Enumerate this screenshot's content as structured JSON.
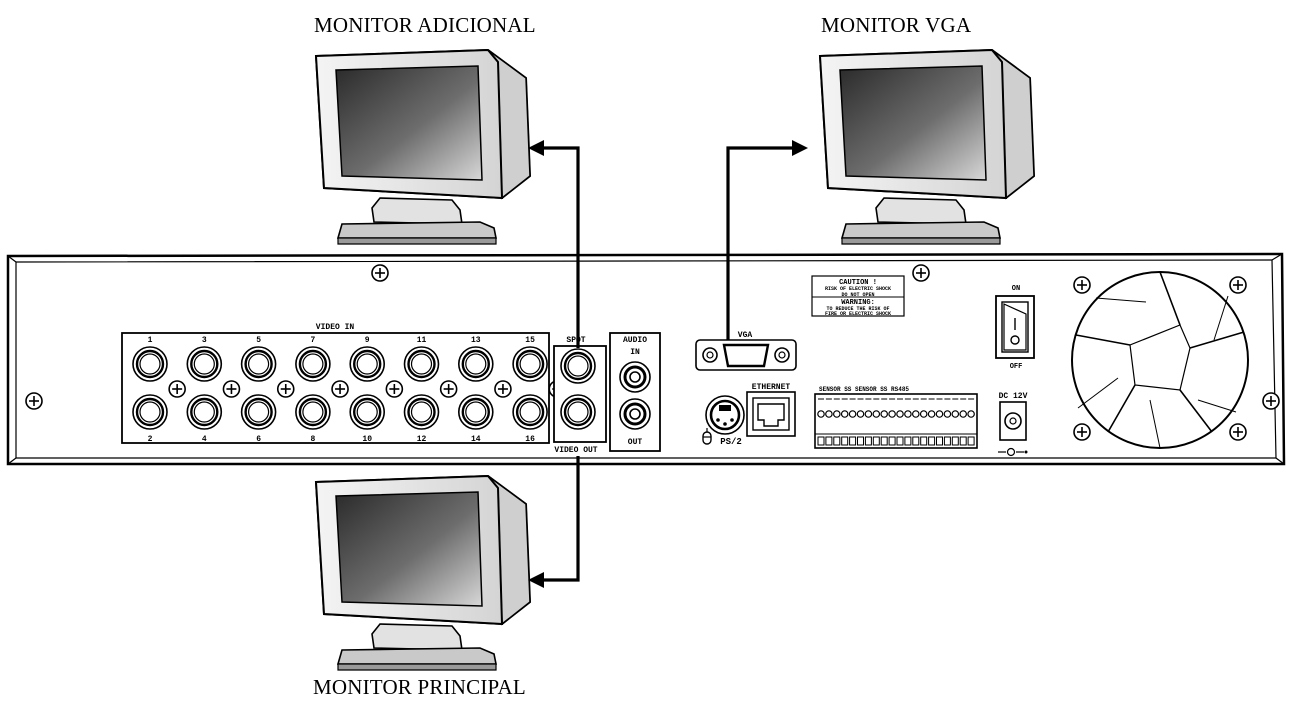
{
  "captions": {
    "monitor_adicional": "MONITOR ADICIONAL",
    "monitor_vga": "MONITOR VGA",
    "monitor_principal": "MONITOR PRINCIPAL"
  },
  "panel": {
    "video_in_label": "VIDEO IN",
    "video_in_top_numbers": [
      "1",
      "3",
      "5",
      "7",
      "9",
      "11",
      "13",
      "15"
    ],
    "video_in_bottom_numbers": [
      "2",
      "4",
      "6",
      "8",
      "10",
      "12",
      "14",
      "16"
    ],
    "spot_label": "SPOT",
    "video_out_label": "VIDEO OUT",
    "audio_label": "AUDIO",
    "audio_in_label": "IN",
    "audio_out_label": "OUT",
    "vga_label": "VGA",
    "ps2_label": "PS/2",
    "ethernet_label": "ETHERNET",
    "terminal_header": "SENSOR    SS    SENSOR    SS  RS485",
    "caution_title": "CAUTION !",
    "caution_line1": "RISK OF ELECTRIC SHOCK",
    "caution_line2": "DO NOT OPEN",
    "warning_title": "WARNING:",
    "warning_line1": "TO REDUCE THE RISK OF",
    "warning_line2": "FIRE OR ELECTRIC SHOCK",
    "switch_on": "ON",
    "switch_off": "OFF",
    "dc_label": "DC 12V"
  }
}
